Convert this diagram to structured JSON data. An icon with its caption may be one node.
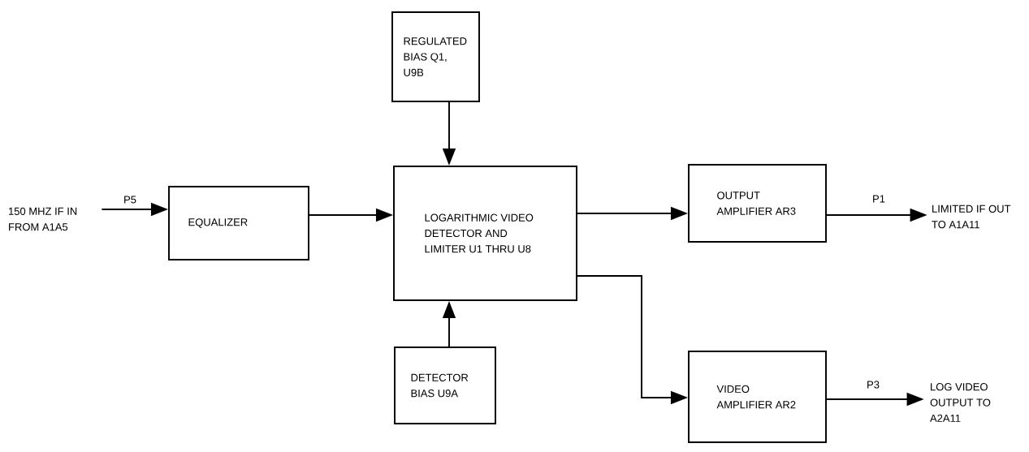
{
  "diagram": {
    "nodes": [
      {
        "text": [
          "150 MHZ IF IN FROM A1A5"
        ]
      },
      {
        "text": [
          "EQUALIZER"
        ]
      },
      {
        "text": [
          "REGULATED BIAS Q1, U9B"
        ]
      },
      {
        "text": [
          "LOGARITHMIC VIDEO DETECTOR AND LIMITER U1 THRU U8"
        ]
      },
      {
        "text": [
          "OUTPUT AMPLIFIER AR3"
        ]
      },
      {
        "text": [
          "LIMITED IF OUT TO A1A11"
        ]
      },
      {
        "text": [
          "DETECTOR BIAS U9A"
        ]
      },
      {
        "text": [
          "VIDEO AMPLIFIER AR2"
        ]
      },
      {
        "text": [
          "LOG VIDEO OUTPUT TO A2A11"
        ]
      }
    ],
    "edges": [
      {
        "from": 0,
        "to": 1,
        "arrow": "to",
        "label": "P5"
      },
      {
        "from": 1,
        "to": 3,
        "arrow": "to"
      },
      {
        "from": 2,
        "to": 3,
        "arrow": "to"
      },
      {
        "from": 6,
        "to": 3,
        "arrow": "to"
      },
      {
        "from": 3,
        "to": 4,
        "arrow": "to"
      },
      {
        "from": 4,
        "to": 5,
        "arrow": "to",
        "label": "P1"
      },
      {
        "from": 3,
        "to": 7,
        "arrow": "to"
      },
      {
        "from": 7,
        "to": 8,
        "arrow": "to",
        "label": "P3"
      }
    ]
  }
}
